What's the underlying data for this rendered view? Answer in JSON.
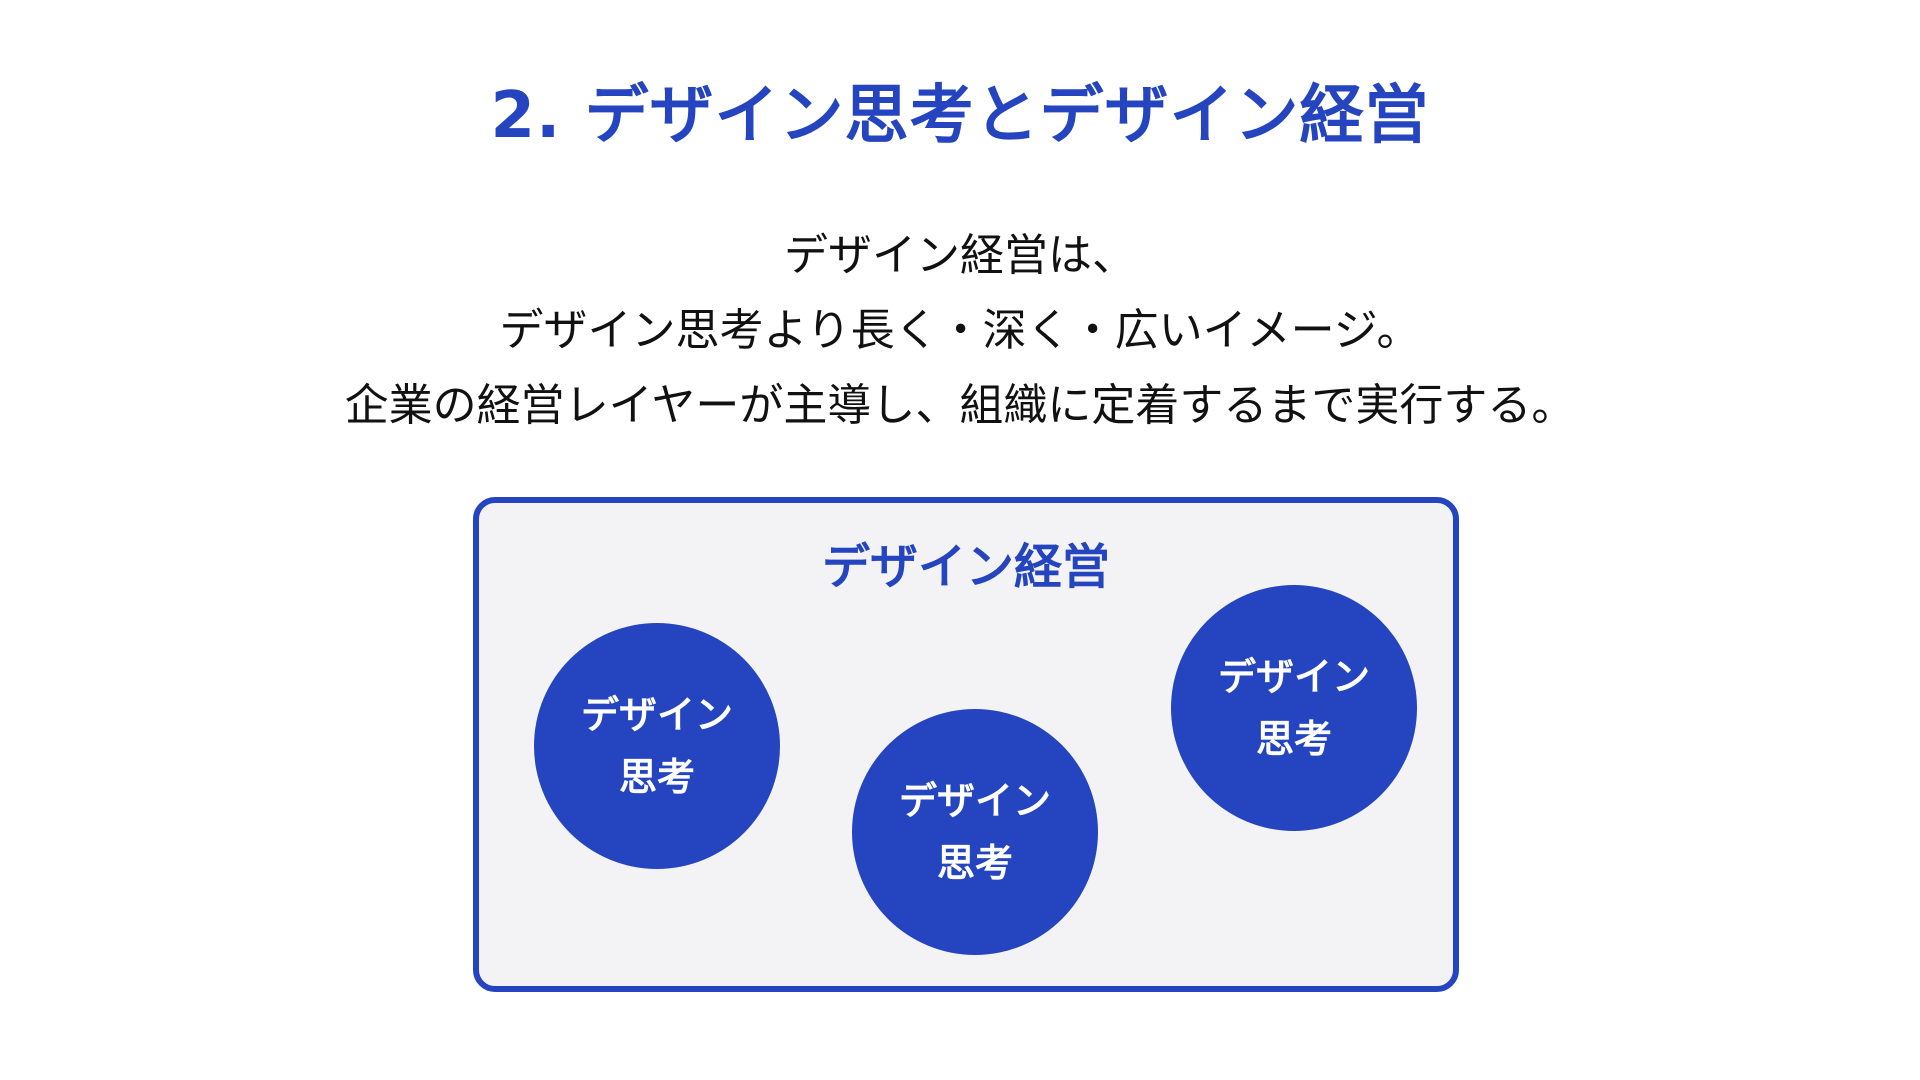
{
  "title": "2. デザイン思考とデザイン経営",
  "body_lines": [
    "デザイン経営は、",
    "デザイン思考より長く・深く・広いイメージ。",
    "企業の経営レイヤーが主導し、組織に定着するまで実行する。"
  ],
  "diagram": {
    "label": "デザイン経営",
    "circles": [
      {
        "line1": "デザイン",
        "line2": "思考"
      },
      {
        "line1": "デザイン",
        "line2": "思考"
      },
      {
        "line1": "デザイン",
        "line2": "思考"
      }
    ]
  },
  "colors": {
    "accent": "#2545c0",
    "box_background": "#f3f3f5",
    "text": "#111111"
  }
}
